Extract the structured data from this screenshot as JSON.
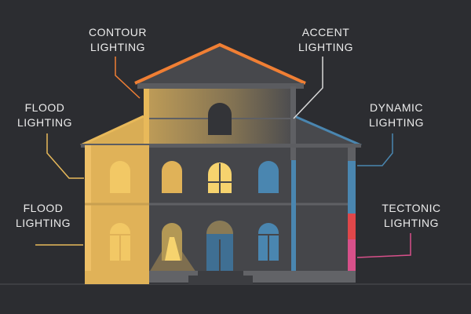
{
  "labels": {
    "contour": {
      "line1": "CONTOUR",
      "line2": "LIGHTING",
      "color": "#f07f34"
    },
    "accent": {
      "line1": "ACCENT",
      "line2": "LIGHTING",
      "color": "#d8d8d8"
    },
    "flood_upper": {
      "line1": "FLOOD",
      "line2": "LIGHTING",
      "color": "#e8b95a"
    },
    "dynamic": {
      "line1": "DYNAMIC",
      "line2": "LIGHTING",
      "color": "#4a86b0"
    },
    "flood_lower": {
      "line1": "FLOOD",
      "line2": "LIGHTING",
      "color": "#e8b95a"
    },
    "tectonic": {
      "line1": "TECTONIC",
      "line2": "LIGHTING",
      "color": "#d8508a"
    }
  },
  "colors": {
    "background": "#2c2d31",
    "building": "#48494d",
    "warm": "#e8b95a",
    "blue": "#4a86b0",
    "red": "#e0474a",
    "pink": "#d8508a"
  }
}
